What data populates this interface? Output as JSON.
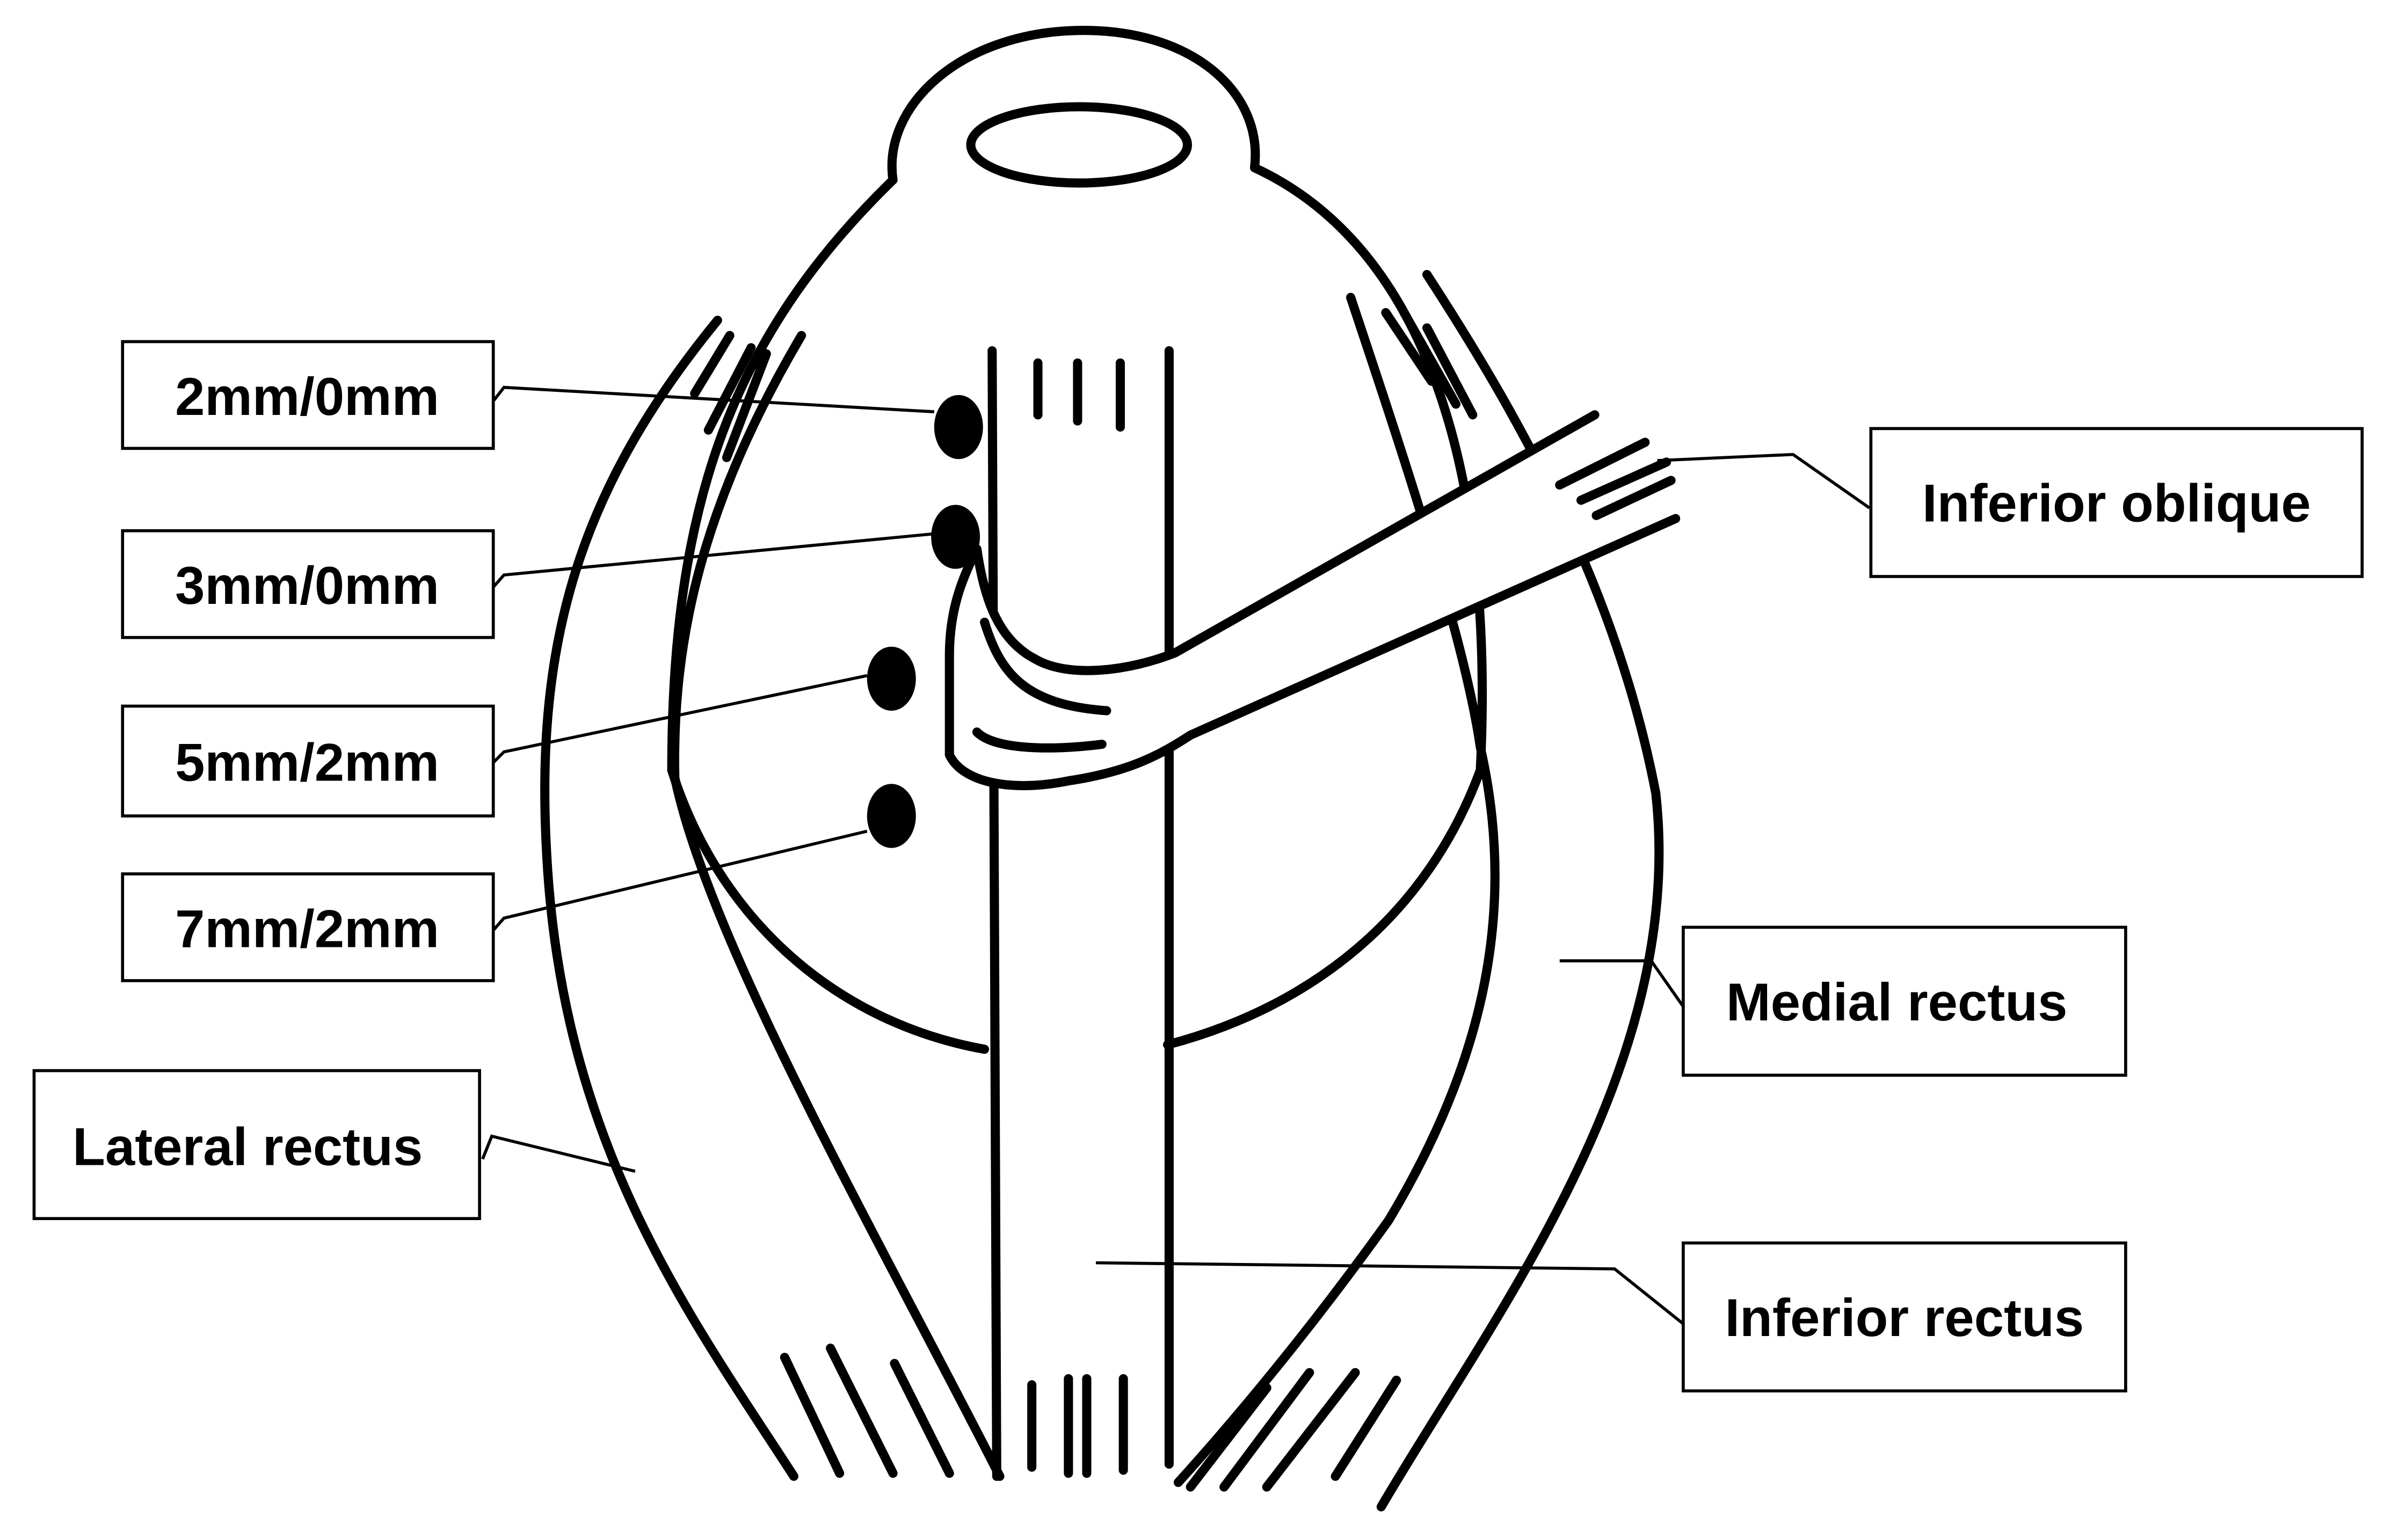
{
  "labels": {
    "pos1": "2mm/0mm",
    "pos2": "3mm/0mm",
    "pos3": "5mm/2mm",
    "pos4": "7mm/2mm",
    "inferior_oblique": "Inferior oblique",
    "medial_rectus": "Medial rectus",
    "lateral_rectus": "Lateral rectus",
    "inferior_rectus": "Inferior rectus"
  },
  "colors": {
    "line": "#000000",
    "background": "#ffffff",
    "marker": "#000000"
  }
}
